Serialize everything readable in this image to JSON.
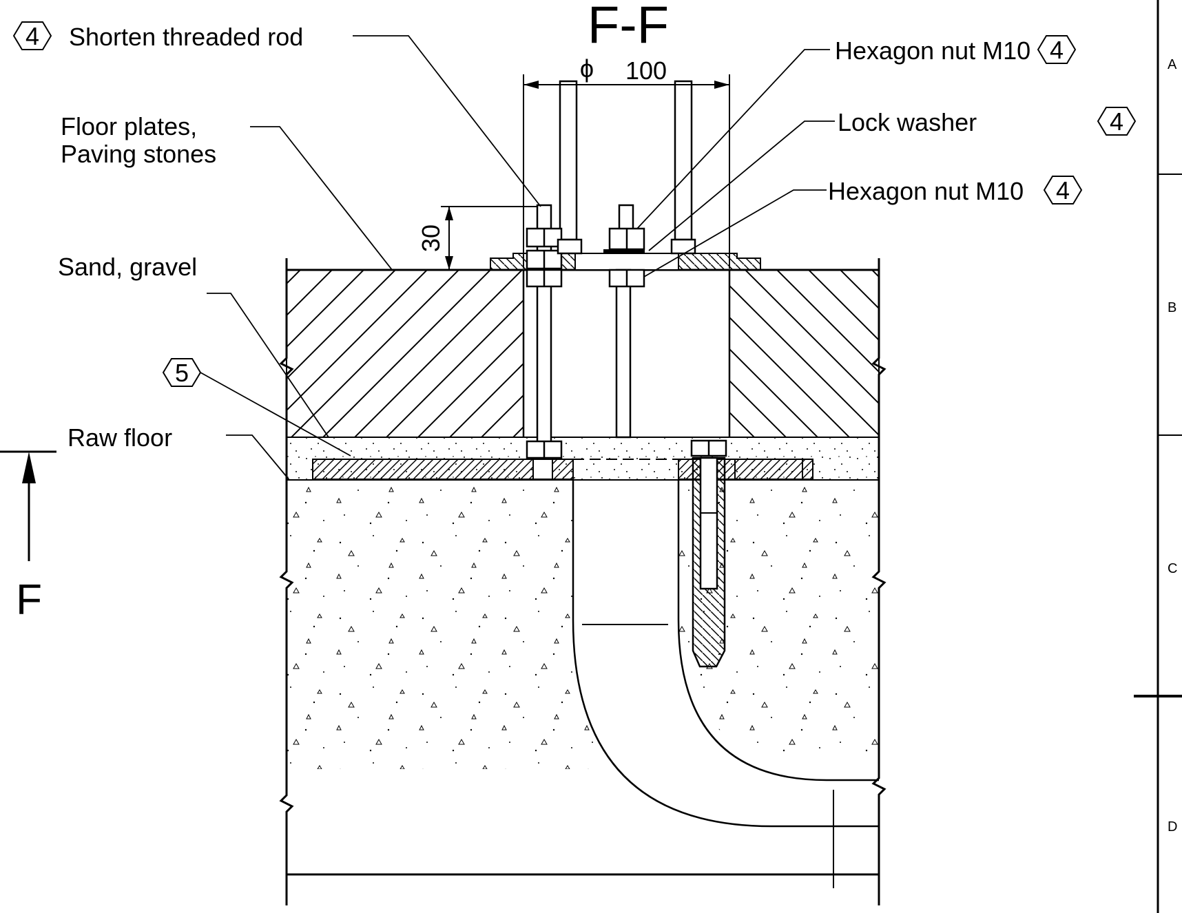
{
  "section": {
    "title": "F-F",
    "cut_marker": "F"
  },
  "labels": {
    "shorten_rod": "Shorten threaded rod",
    "floor_plates_1": "Floor plates,",
    "floor_plates_2": "Paving stones",
    "sand_gravel": "Sand, gravel",
    "raw_floor": "Raw floor",
    "hex_nut_top": "Hexagon nut M10",
    "lock_washer": "Lock washer",
    "hex_nut_bottom": "Hexagon nut M10"
  },
  "callouts": {
    "shorten_rod": "4",
    "hex_nut_top": "4",
    "lock_washer": "4",
    "hex_nut_bottom": "4",
    "plate": "5"
  },
  "dimensions": {
    "diameter": "100",
    "diameter_symbol": "ϕ",
    "height": "30"
  },
  "zones": [
    "A",
    "B",
    "C",
    "D"
  ]
}
